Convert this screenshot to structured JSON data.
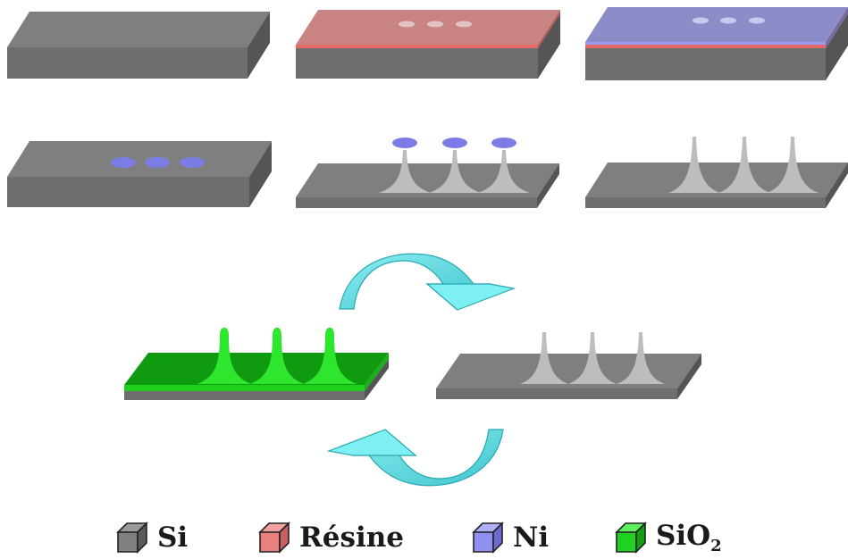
{
  "colors": {
    "si": "#808080",
    "resine": "#e07878",
    "ni": "#8c8cf0",
    "sio2": "#1fd01f",
    "arrow": "#5ed6dc"
  },
  "steps": [
    {
      "layers": [
        "si"
      ]
    },
    {
      "layers": [
        "si",
        "resine"
      ],
      "holes": 3
    },
    {
      "layers": [
        "si",
        "resine",
        "ni"
      ],
      "holes": 3
    },
    {
      "layers": [
        "si"
      ],
      "ni_dots": 3
    },
    {
      "layers": [
        "si"
      ],
      "tips": 3,
      "ni_caps": 3
    },
    {
      "layers": [
        "si"
      ],
      "tips": 3
    },
    {
      "layers": [
        "si",
        "sio2"
      ],
      "tips": 3,
      "tip_material": "sio2"
    },
    {
      "layers": [
        "si"
      ],
      "tips": 3
    }
  ],
  "legend": [
    {
      "key": "si",
      "label": "Si",
      "sub": "",
      "icon": "si-cube-icon"
    },
    {
      "key": "resine",
      "label": "Résine",
      "sub": "",
      "icon": "resine-cube-icon"
    },
    {
      "key": "ni",
      "label": "Ni",
      "sub": "",
      "icon": "ni-cube-icon"
    },
    {
      "key": "sio2",
      "label": "SiO",
      "sub": "2",
      "icon": "sio2-cube-icon"
    }
  ]
}
